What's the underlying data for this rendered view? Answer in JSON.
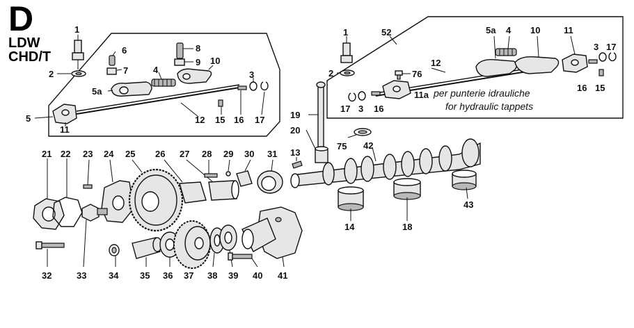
{
  "header": {
    "letter": "D",
    "model_line1": "LDW",
    "model_line2": "CHD/T"
  },
  "note": {
    "italian": "per punterie idrauliche",
    "english": "for hydraulic tappets"
  },
  "callouts": {
    "left_group": [
      "1",
      "2",
      "6",
      "7",
      "8",
      "9",
      "4",
      "10",
      "5a",
      "3",
      "5",
      "11",
      "12",
      "15",
      "16",
      "17"
    ],
    "right_group": [
      "1",
      "2",
      "52",
      "5a",
      "4",
      "10",
      "11",
      "3",
      "17",
      "12",
      "76",
      "16",
      "15",
      "11a",
      "17",
      "3",
      "16"
    ],
    "center": [
      "19",
      "20",
      "75",
      "42",
      "13"
    ],
    "bottom_row_top": [
      "21",
      "22",
      "23",
      "24",
      "25",
      "26",
      "27",
      "28",
      "29",
      "30",
      "31"
    ],
    "bottom_row_labels": [
      "32",
      "33",
      "34",
      "35",
      "36",
      "37",
      "38",
      "39",
      "40",
      "41",
      "14",
      "18",
      "43"
    ]
  },
  "colors": {
    "ink": "#111111",
    "paper": "#ffffff",
    "part_fill": "#e6e6e6",
    "part_shade": "#b0b0b0"
  }
}
